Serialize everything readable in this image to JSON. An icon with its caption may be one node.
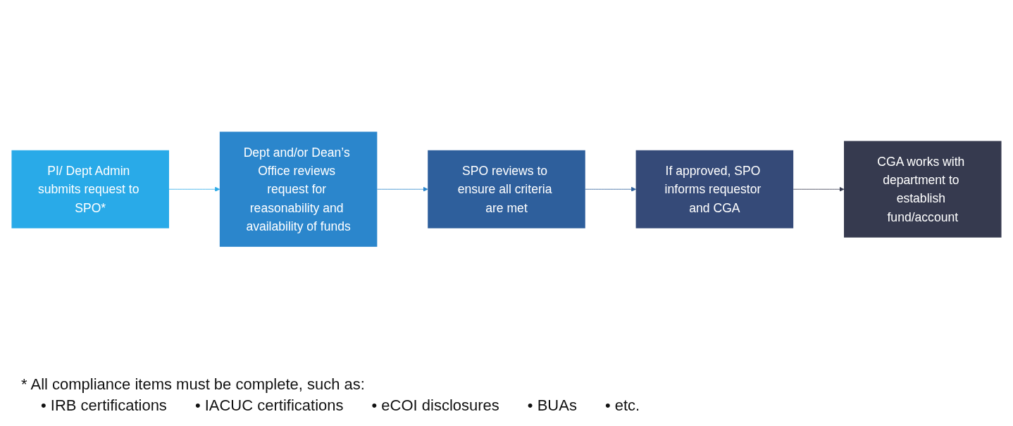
{
  "diagram": {
    "nodes": [
      {
        "text": [
          "PI/ Dept Admin submits request to SPO*"
        ]
      },
      {
        "text": [
          "Dept and/or Dean’s Office reviews request for reasonability and availability of funds"
        ]
      },
      {
        "text": [
          "SPO reviews to ensure all criteria are met"
        ]
      },
      {
        "text": [
          "If approved, SPO informs requestor and CGA"
        ]
      },
      {
        "text": [
          "CGA works with department to establish fund/account"
        ]
      }
    ],
    "edges": [
      {
        "from": 0,
        "to": 1,
        "arrow": "to",
        "color": "#29aae8"
      },
      {
        "from": 1,
        "to": 2,
        "arrow": "to",
        "color": "#2b86cc"
      },
      {
        "from": 2,
        "to": 3,
        "arrow": "to",
        "color": "#2e5f9c"
      },
      {
        "from": 3,
        "to": 4,
        "arrow": "to",
        "color": "#363a4f"
      }
    ],
    "labels": [
      "* All compliance items must be complete, such as:",
      "• IRB certifications",
      "• IACUC certifications",
      "• eCOI disclosures",
      "• BUAs",
      "• etc."
    ]
  }
}
